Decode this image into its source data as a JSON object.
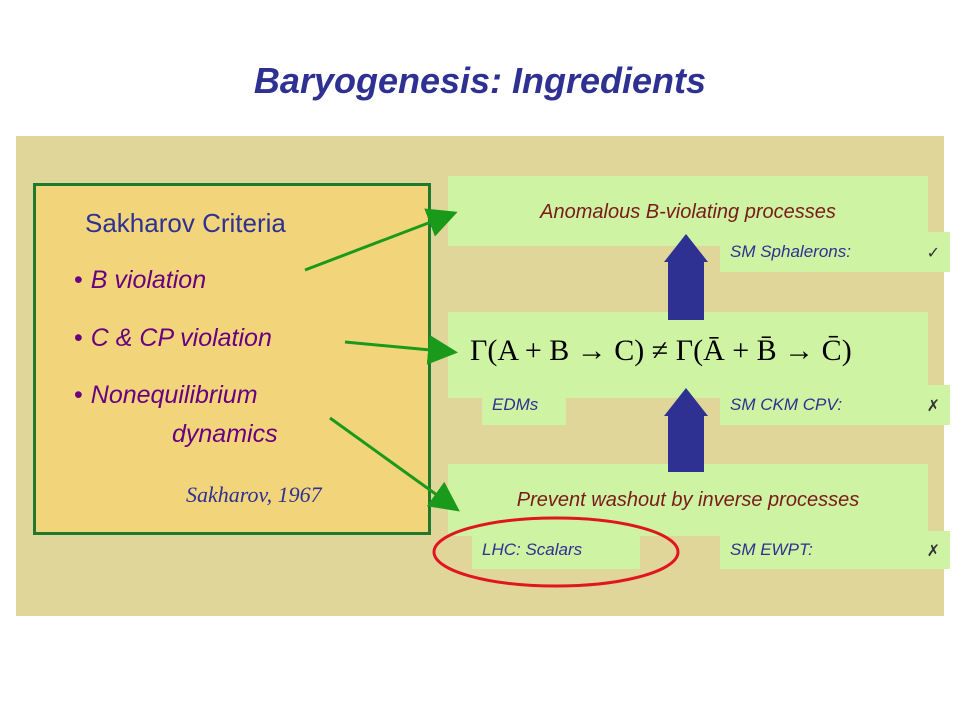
{
  "title": "Baryogenesis: Ingredients",
  "sakharov": {
    "heading": "Sakharov Criteria",
    "bullets": [
      "B violation",
      "C & CP violation",
      "Nonequilibrium"
    ],
    "bullet3_cont": "dynamics",
    "citation": "Sakharov, 1967"
  },
  "boxes": {
    "top": "Anomalous B-violating processes",
    "bottom": "Prevent washout by inverse processes"
  },
  "formula": {
    "lhs": "Γ(A + B → C)",
    "neq": "≠",
    "rhs": "Γ(Ā + B̄ → C̄)"
  },
  "labels": {
    "sm_sphalerons": "SM Sphalerons:",
    "edms": "EDMs",
    "sm_ckm_cpv": "SM CKM CPV:",
    "lhc_scalars": "LHC: Scalars",
    "sm_ewpt": "SM EWPT:"
  },
  "icons": {
    "sm_sphalerons": "check-icon",
    "sm_ckm_cpv": "cross-icon",
    "sm_ewpt": "cross-icon"
  },
  "colors": {
    "title": "#2e3192",
    "arrow_up": "#2e3192",
    "green_arrow": "#1a9a1a",
    "ellipse": "#e0161e"
  }
}
